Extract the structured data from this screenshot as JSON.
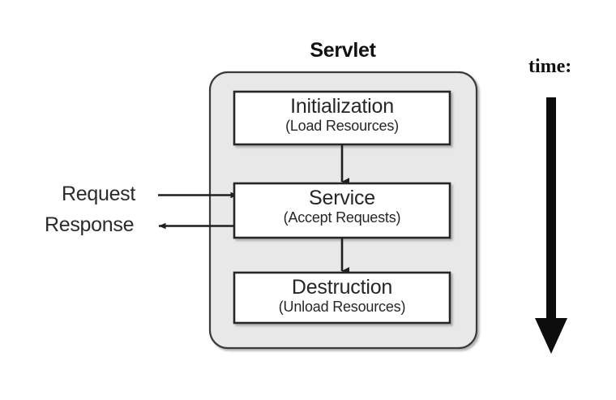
{
  "diagram": {
    "title": "Servlet",
    "background_color": "#ffffff",
    "container_fill": "#e8e8e8",
    "container_stroke": "#3a3a3a",
    "box_fill": "#ffffff",
    "box_stroke": "#262626",
    "arrow_color": "#1f1f1f",
    "stages": [
      {
        "id": "initialization",
        "name": "Initialization",
        "detail": "(Load Resources)"
      },
      {
        "id": "service",
        "name": "Service",
        "detail": "(Accept Requests)"
      },
      {
        "id": "destruction",
        "name": "Destruction",
        "detail": "(Unload Resources)"
      }
    ],
    "io_labels": {
      "request": "Request",
      "response": "Response"
    },
    "time_axis": {
      "label": "time:",
      "direction": "downward"
    },
    "flow": [
      {
        "from": "initialization",
        "to": "service",
        "type": "vertical-arrow"
      },
      {
        "from": "service",
        "to": "destruction",
        "type": "vertical-arrow"
      },
      {
        "from": "request",
        "to": "service",
        "type": "horizontal-arrow-right"
      },
      {
        "from": "service",
        "to": "response",
        "type": "horizontal-arrow-left"
      }
    ]
  }
}
